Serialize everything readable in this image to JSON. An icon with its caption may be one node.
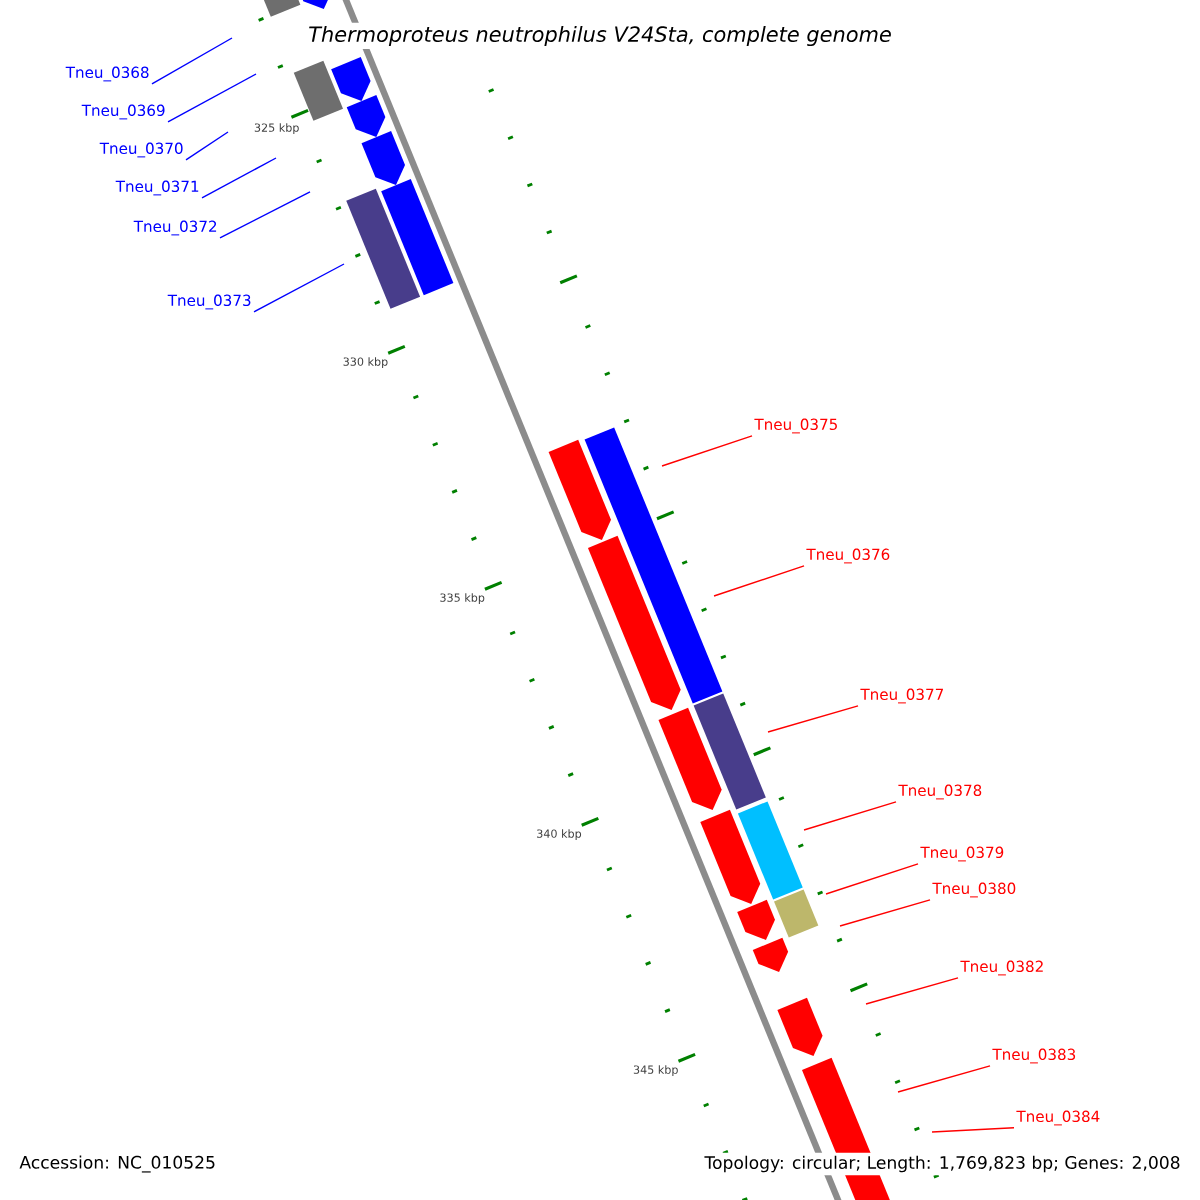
{
  "diagram": {
    "title": "Thermoproteus neutrophilus V24Sta, complete genome",
    "nodes": [
      {
        "text": [
          "Tneu_0368"
        ]
      },
      {
        "text": [
          "Tneu_0369"
        ]
      },
      {
        "text": [
          "Tneu_0370"
        ]
      },
      {
        "text": [
          "Tneu_0371"
        ]
      },
      {
        "text": [
          "Tneu_0372"
        ]
      },
      {
        "text": [
          "Tneu_0373"
        ]
      },
      {
        "text": [
          "Tneu_0375"
        ]
      },
      {
        "text": [
          "Tneu_0376"
        ]
      },
      {
        "text": [
          "Tneu_0377"
        ]
      },
      {
        "text": [
          "Tneu_0378"
        ]
      },
      {
        "text": [
          "Tneu_0379"
        ]
      },
      {
        "text": [
          "Tneu_0380"
        ]
      },
      {
        "text": [
          "Tneu_0382"
        ]
      },
      {
        "text": [
          "Tneu_0383"
        ]
      },
      {
        "text": [
          "Tneu_0384"
        ]
      }
    ],
    "edges": [
      {
        "from": 0,
        "to": null,
        "arrow": "none",
        "color": "#0000ff"
      },
      {
        "from": 1,
        "to": null,
        "arrow": "none",
        "color": "#0000ff"
      },
      {
        "from": 2,
        "to": null,
        "arrow": "none",
        "color": "#0000ff"
      },
      {
        "from": 3,
        "to": null,
        "arrow": "none",
        "color": "#0000ff"
      },
      {
        "from": 4,
        "to": null,
        "arrow": "none",
        "color": "#0000ff"
      },
      {
        "from": 5,
        "to": null,
        "arrow": "none",
        "color": "#0000ff"
      },
      {
        "from": 6,
        "to": null,
        "arrow": "none",
        "color": "#ff0000"
      },
      {
        "from": 7,
        "to": null,
        "arrow": "none",
        "color": "#ff0000"
      },
      {
        "from": 8,
        "to": null,
        "arrow": "none",
        "color": "#ff0000"
      },
      {
        "from": 9,
        "to": null,
        "arrow": "none",
        "color": "#ff0000"
      },
      {
        "from": 10,
        "to": null,
        "arrow": "none",
        "color": "#ff0000"
      },
      {
        "from": 11,
        "to": null,
        "arrow": "none",
        "color": "#ff0000"
      },
      {
        "from": 12,
        "to": null,
        "arrow": "none",
        "color": "#ff0000"
      },
      {
        "from": 13,
        "to": null,
        "arrow": "none",
        "color": "#ff0000"
      },
      {
        "from": 14,
        "to": null,
        "arrow": "none",
        "color": "#ff0000"
      }
    ],
    "labels": [
      "325 kbp",
      "330 kbp",
      "335 kbp",
      "340 kbp",
      "345 kbp",
      "Accession: NC_010525",
      "Topology: circular; Length: 1,769,823 bp; Genes: 2,008"
    ]
  }
}
